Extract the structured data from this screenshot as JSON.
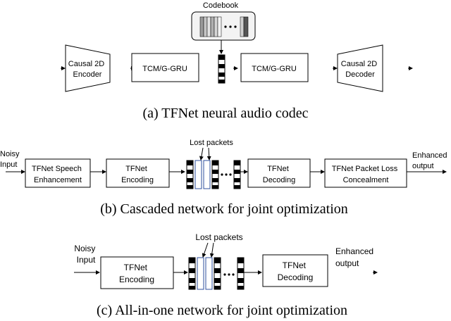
{
  "diagram_a": {
    "codebook": "Codebook",
    "encoder_line1": "Causal 2D",
    "encoder_line2": "Encoder",
    "tcm1": "TCM/G-GRU",
    "tcm2": "TCM/G-GRU",
    "decoder_line1": "Causal 2D",
    "decoder_line2": "Decoder",
    "caption": "(a) TFNet neural audio codec"
  },
  "diagram_b": {
    "input_line1": "Noisy",
    "input_line2": "Input",
    "se_line1": "TFNet Speech",
    "se_line2": "Enhancement",
    "enc_line1": "TFNet",
    "enc_line2": "Encoding",
    "lost_packets": "Lost packets",
    "dec_line1": "TFNet",
    "dec_line2": "Decoding",
    "plc_line1": "TFNet Packet Loss",
    "plc_line2": "Concealment",
    "output_line1": "Enhanced",
    "output_line2": "output",
    "caption": "(b) Cascaded network for joint optimization"
  },
  "diagram_c": {
    "input_line1": "Noisy",
    "input_line2": "Input",
    "enc_line1": "TFNet",
    "enc_line2": "Encoding",
    "lost_packets": "Lost packets",
    "dec_line1": "TFNet",
    "dec_line2": "Decoding",
    "output_line1": "Enhanced",
    "output_line2": "output",
    "caption": "(c) All-in-one network for joint optimization"
  },
  "colors": {
    "stroke": "#000000",
    "lost_packet": "#2e4f9e",
    "codebook_bg": "#f3f3f3"
  }
}
